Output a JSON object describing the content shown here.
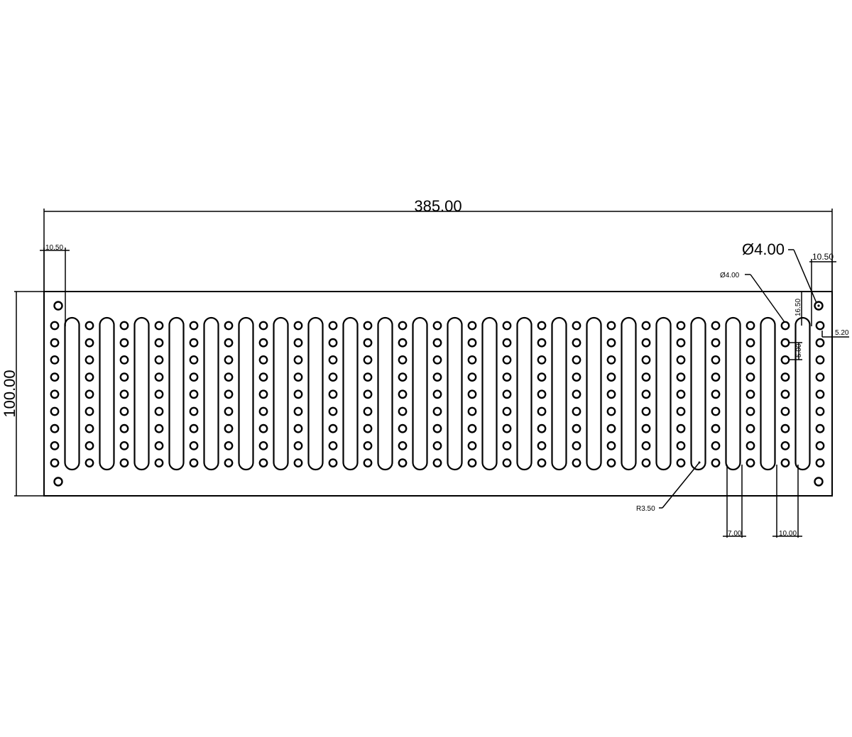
{
  "dimensions": {
    "overall_width": "385.00",
    "overall_height": "100.00",
    "left_edge_offset": "10.50",
    "right_edge_offset": "10.50",
    "large_hole_diameter": "Ø4.00",
    "small_hole_diameter": "Ø4.00",
    "vertical_offset_top": "16.50",
    "hole_pitch_vertical": "5.00",
    "right_hole_offset": "5.20",
    "slot_radius": "R3.50",
    "slot_width": "7.00",
    "slot_pitch": "10.00"
  },
  "pattern": {
    "slot_count": 22,
    "hole_column_count": 23,
    "holes_per_column": 9,
    "corner_holes": 4
  }
}
